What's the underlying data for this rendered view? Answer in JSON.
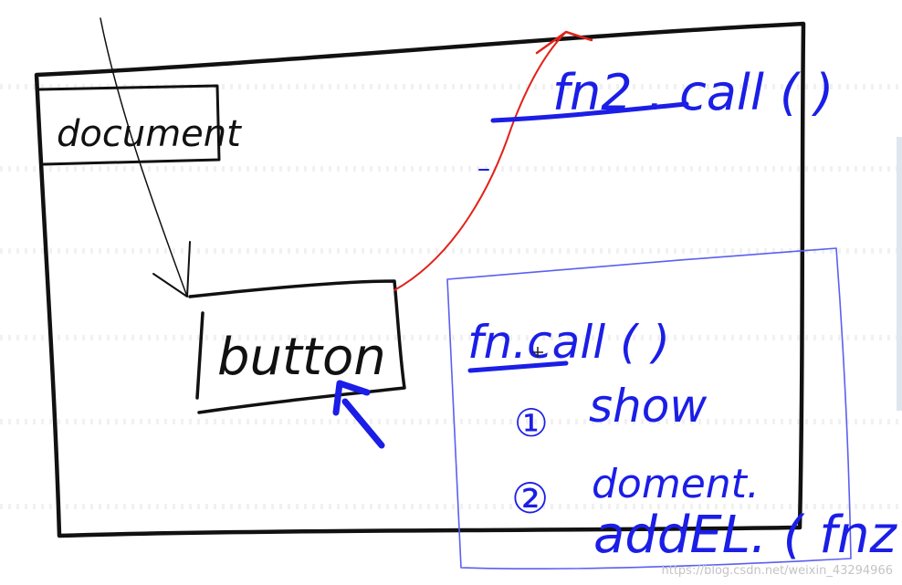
{
  "labels": {
    "document": "document",
    "button": "button",
    "fn2_call": "fn2 . call ( )",
    "fn_call": "fn.call (   )",
    "item1_num": "①",
    "item1_text": "show",
    "item2_num": "②",
    "item2_line1": "doment.",
    "item2_line2": "addEL. ( fnz"
  },
  "colors": {
    "black_ink": "#111111",
    "blue_ink": "#1b1ee6",
    "red_ink": "#e2231a",
    "thin_box": "#5b5ff0"
  },
  "watermark": "https://blog.csdn.net/weixin_43294966"
}
